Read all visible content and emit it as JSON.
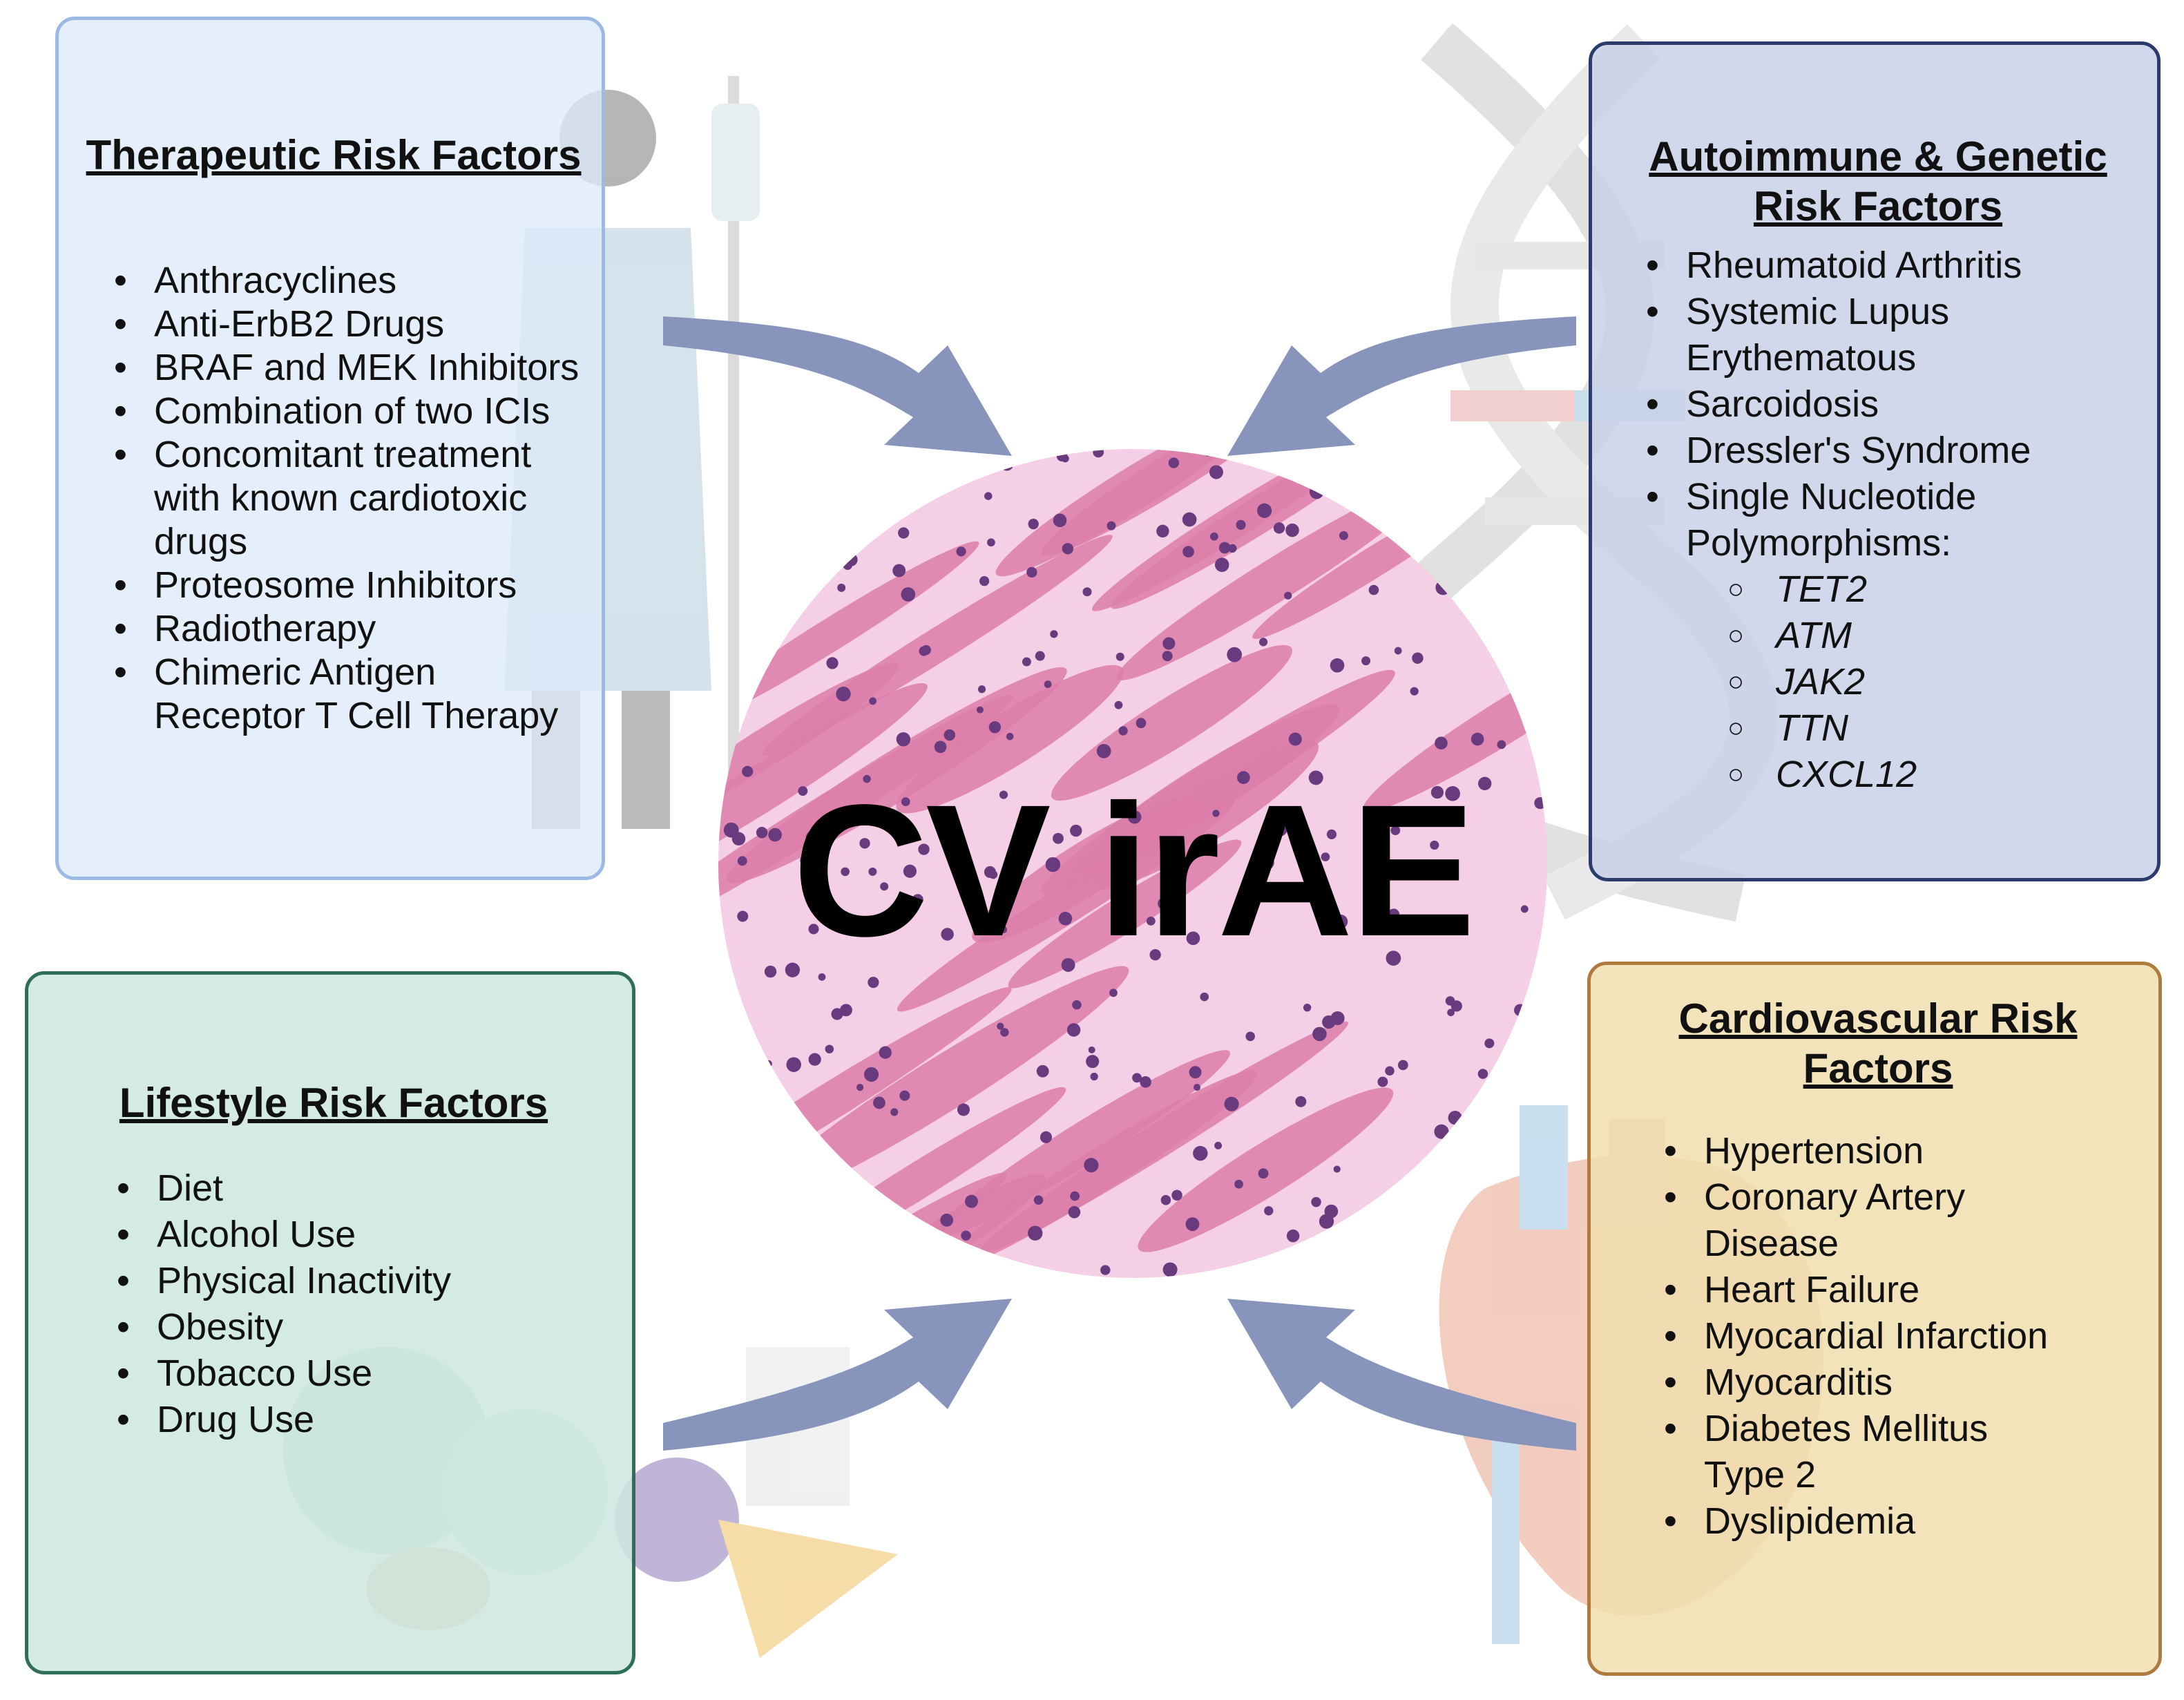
{
  "center": {
    "label": "CV irAE"
  },
  "colors": {
    "arrow": "#8795bd",
    "tissue_bg": "#f4cfe6",
    "tissue_fiber": "#dc7ea9",
    "nuclei": "#6a3a7e"
  },
  "boxes": {
    "therapeutic": {
      "title": "Therapeutic Risk Factors",
      "background_icon": "patient-with-iv-icon",
      "items": [
        "Anthracyclines",
        "Anti-ErbB2  Drugs",
        "BRAF and MEK Inhibitors",
        "Combination of two ICIs",
        "Concomitant  treatment",
        "with known cardiotoxic",
        "drugs",
        "Proteosome   Inhibitors",
        "Radiotherapy",
        "Chimeric Antigen",
        "Receptor T Cell Therapy"
      ]
    },
    "autoimmune": {
      "title_line1": "Autoimmune & Genetic",
      "title_line2": "Risk Factors",
      "background_icon": "dna-helix-icon",
      "items": [
        "Rheumatoid Arthritis",
        "Systemic Lupus",
        "Erythematous",
        "Sarcoidosis",
        "Dressler's Syndrome",
        "Single Nucleotide",
        "Polymorphisms:"
      ],
      "genes": [
        "TET2",
        "ATM",
        "JAK2",
        "TTN",
        "CXCL12"
      ]
    },
    "lifestyle": {
      "title": "Lifestyle Risk Factors",
      "background_icon": "food-icon",
      "items": [
        "Diet",
        "Alcohol Use",
        "Physical Inactivity",
        "Obesity",
        "Tobacco Use",
        "Drug Use"
      ]
    },
    "cardio": {
      "title_line1": "Cardiovascular Risk",
      "title_line2": "Factors",
      "background_icon": "heart-anatomy-icon",
      "items": [
        "Hypertension",
        "Coronary Artery",
        "Disease",
        "Heart Failure",
        "Myocardial Infarction",
        "Myocarditis",
        "Diabetes Mellitus",
        "Type 2",
        "Dyslipidemia"
      ]
    }
  }
}
